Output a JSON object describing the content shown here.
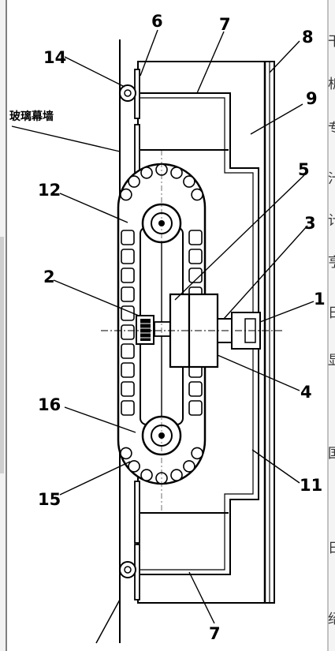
{
  "diagram": {
    "wall_label": "玻璃幕墙",
    "part_numbers": [
      "1",
      "2",
      "3",
      "4",
      "5",
      "6",
      "7",
      "7",
      "8",
      "9",
      "11",
      "12",
      "14",
      "15",
      "16"
    ],
    "side_glyphs": [
      "干",
      "析",
      "专",
      "汁",
      "计",
      "亨",
      "日",
      "显",
      "国",
      "日",
      "绍"
    ]
  },
  "colors": {
    "line": "#000000",
    "frame": "#222222",
    "gray": "#bbbbbb"
  }
}
